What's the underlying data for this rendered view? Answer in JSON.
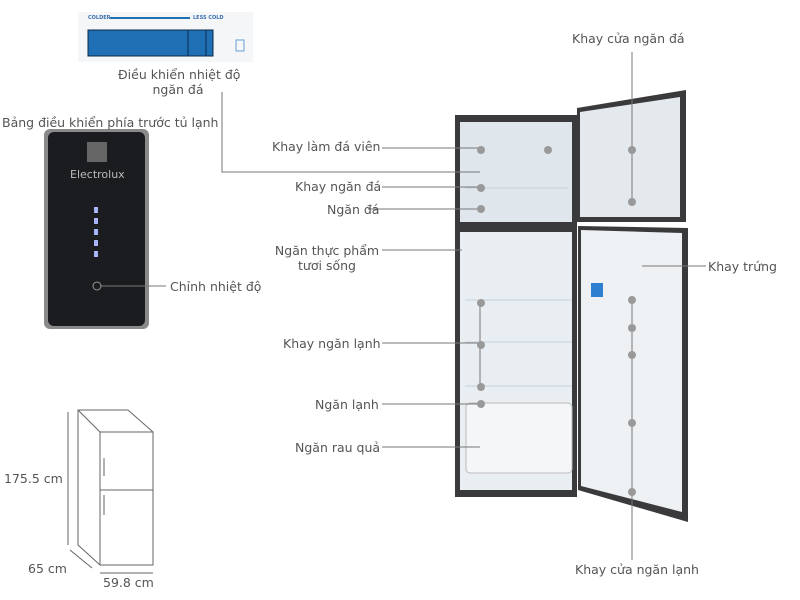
{
  "labels": {
    "freezer_control": [
      "Điều khiển nhiệt độ",
      "ngăn đá"
    ],
    "front_panel": "Bảng điều khiển phía trước tủ lạnh",
    "adjust_temp": "Chỉnh nhiệt độ",
    "freezer_door_tray": "Khay cửa ngăn đá",
    "ice_tray": "Khay làm đá viên",
    "freezer_shelf": "Khay ngăn đá",
    "freezer": "Ngăn đá",
    "fresh_food": [
      "Ngăn thực phẩm",
      "tươi sống"
    ],
    "fridge_shelf": "Khay ngăn lạnh",
    "egg_tray": "Khay trứng",
    "fridge": "Ngăn lạnh",
    "crisper": "Ngăn rau quả",
    "fridge_door_tray": "Khay cửa ngăn lạnh"
  },
  "dimensions": {
    "height": "175.5 cm",
    "depth": "65 cm",
    "width": "59.8 cm"
  },
  "dial": {
    "colder": "COLDER",
    "less_cold": "LESS COLD"
  },
  "panel": {
    "brand": "Electrolux"
  },
  "colors": {
    "text": "#555555",
    "line": "#777777",
    "dial_blue": "#1f6fb5",
    "panel": "#1b1c1f"
  }
}
